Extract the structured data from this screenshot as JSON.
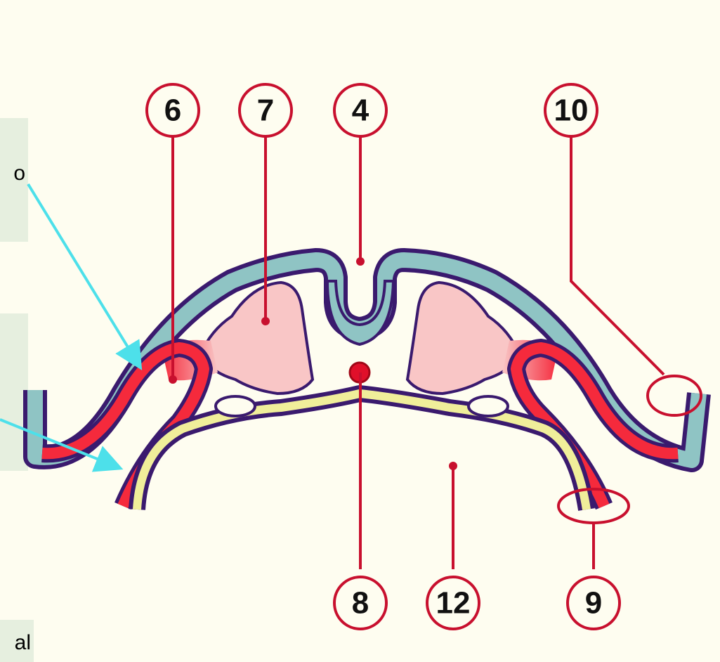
{
  "labels": {
    "l6": "6",
    "l7": "7",
    "l4": "4",
    "l10": "10",
    "l8": "8",
    "l12": "12",
    "l9": "9"
  },
  "side_boxes": {
    "top_fragment": "o",
    "bottom_fragment": "al"
  },
  "colors": {
    "background": "#fefdf0",
    "ectoderm": "#8fc4c4",
    "endoderm": "#f0ee9a",
    "mesoderm_red": "#f52a3c",
    "somite_pink": "#f9c6c6",
    "outline": "#3a1a6e",
    "label_ring": "#c8102e",
    "pointer_arrow": "#4de0ea",
    "side_box": "#e6efdf"
  }
}
